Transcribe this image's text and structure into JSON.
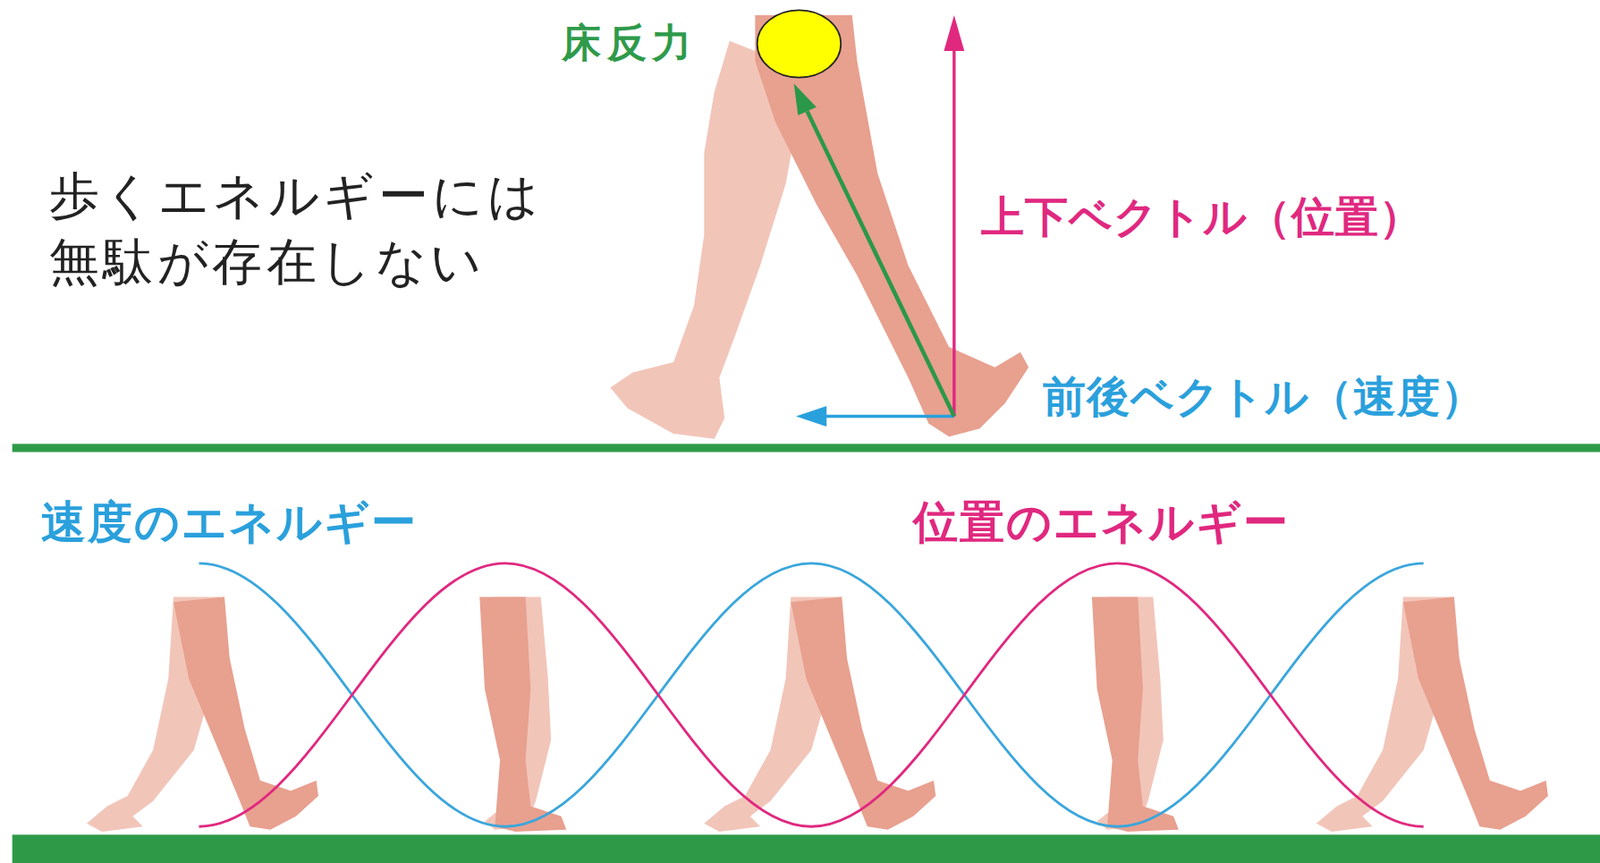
{
  "diagram": {
    "labels": [
      "床反力",
      "歩くエネルギーには 無駄が存在しない",
      "上下ベクトル（位置）",
      "前後ベクトル（速度）",
      "速度のエネルギー",
      "位置のエネルギー"
    ]
  }
}
